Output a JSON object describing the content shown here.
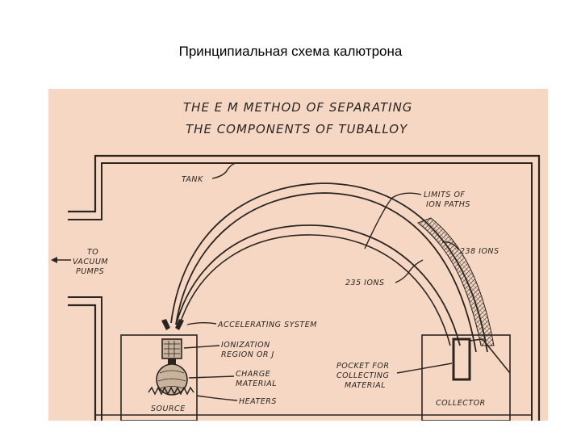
{
  "slide": {
    "title": "Принципиальная схема калютрона"
  },
  "diagram": {
    "background_color": "#f6d7c3",
    "ink_color": "#2a2521",
    "heading_line1": "THE E M METHOD OF SEPARATING",
    "heading_line2": "THE COMPONENTS OF TUBALLOY",
    "labels": {
      "tank": "TANK",
      "limits_line1": "LIMITS OF",
      "limits_line2": "ION PATHS",
      "ions_238": "238 IONS",
      "ions_235": "235 IONS",
      "vacuum_line1": "TO",
      "vacuum_line2": "VACUUM",
      "vacuum_line3": "PUMPS",
      "accelerating": "ACCELERATING SYSTEM",
      "ionization_line1": "IONIZATION",
      "ionization_line2": "REGION OR J",
      "charge_line1": "CHARGE",
      "charge_line2": "MATERIAL",
      "heaters": "HEATERS",
      "source": "SOURCE",
      "pocket_line1": "POCKET FOR",
      "pocket_line2": "COLLECTING",
      "pocket_line3": "MATERIAL",
      "collector": "COLLECTOR"
    }
  }
}
